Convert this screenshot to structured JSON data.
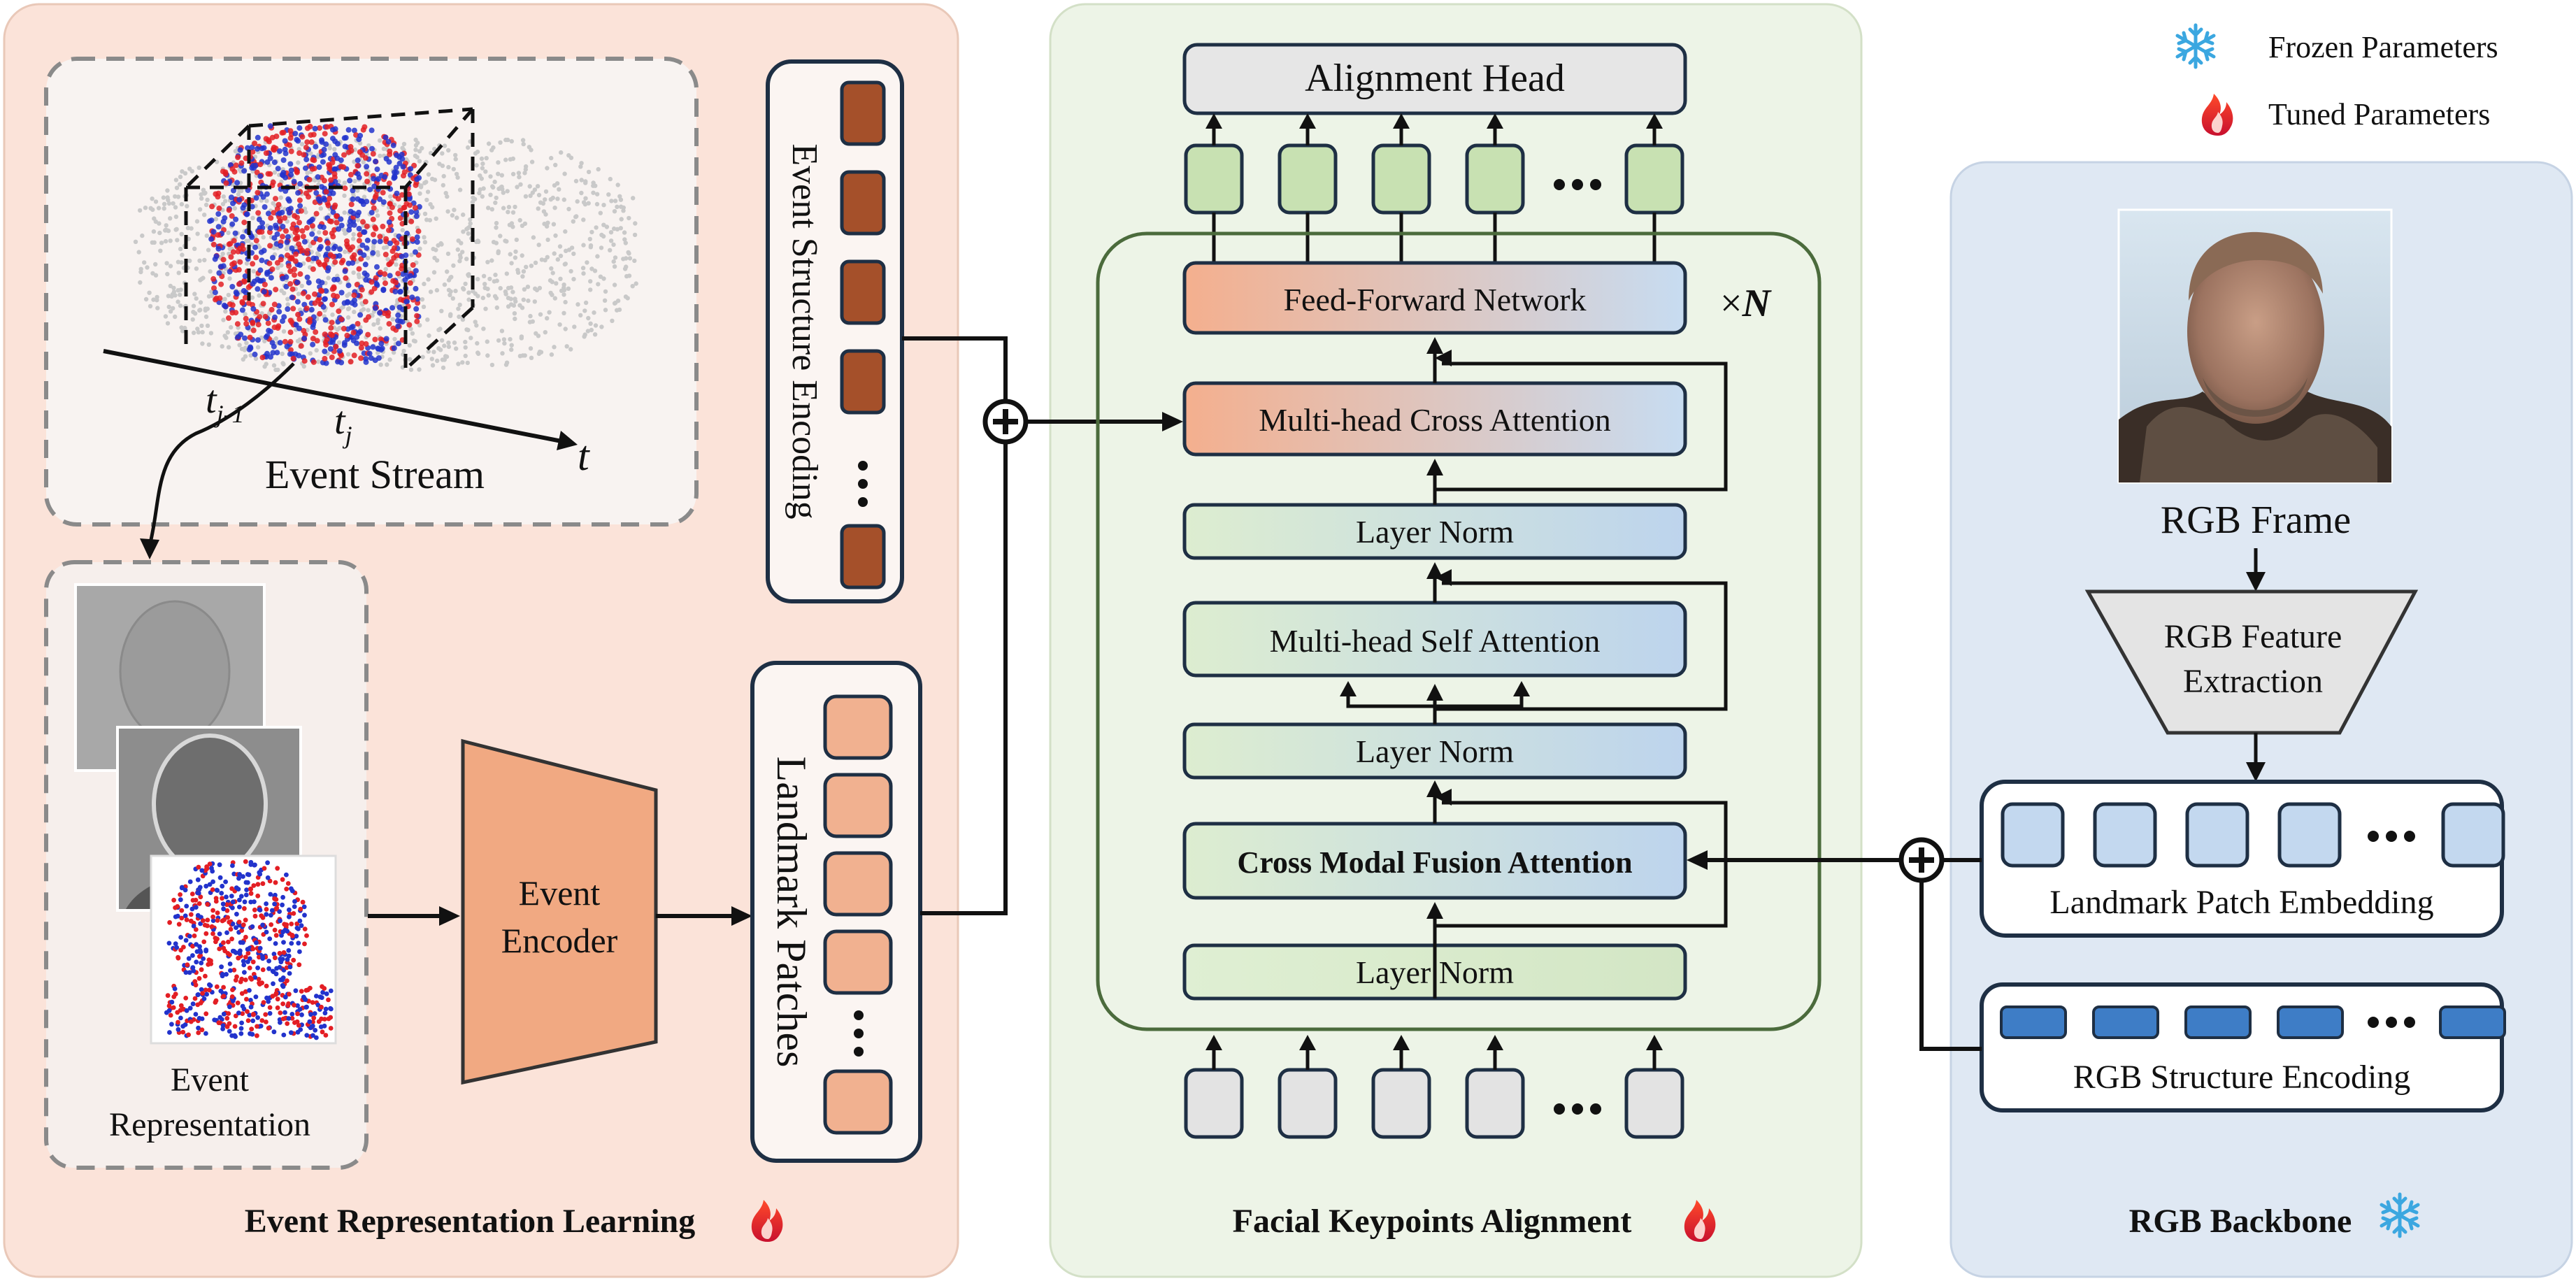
{
  "legend": {
    "frozen": "Frozen Parameters",
    "tuned": "Tuned Parameters"
  },
  "panels": {
    "event": {
      "title": "Event Representation Learning"
    },
    "align": {
      "title": "Facial Keypoints Alignment"
    },
    "rgb": {
      "title": "RGB Backbone"
    }
  },
  "event_stream": {
    "label": "Event Stream",
    "t_prev": "t",
    "t_prev_sub": "j-1",
    "t_cur": "t",
    "t_cur_sub": "j",
    "t_axis": "t"
  },
  "event_representation": {
    "line1": "Event",
    "line2": "Representation"
  },
  "event_encoder": {
    "line1": "Event",
    "line2": "Encoder"
  },
  "event_structure_encoding": {
    "label": "Event Structure Encoding"
  },
  "landmark_patches": {
    "label": "Landmark Patches"
  },
  "alignment": {
    "head": "Alignment Head",
    "ffn": "Feed-Forward Network",
    "repeat_prefix": "×",
    "repeat_var": "N",
    "cross_attention": "Multi-head Cross Attention",
    "layer_norm_1": "Layer Norm",
    "self_attention": "Multi-head Self Attention",
    "layer_norm_2": "Layer Norm",
    "cmfa": "Cross Modal Fusion Attention",
    "layer_norm_3": "Layer Norm"
  },
  "ellipsis": "• • •",
  "rgb": {
    "frame": "RGB Frame",
    "feature_line1": "RGB Feature",
    "feature_line2": "Extraction",
    "patch_embedding": "Landmark Patch Embedding",
    "structure_encoding": "RGB Structure Encoding"
  },
  "colors": {
    "event_panel": "#FBE3D9",
    "align_panel": "#EDF4E7",
    "rgb_panel": "#DFE8F3",
    "event_token": "#A5502A",
    "landmark_patch": "#F1B190",
    "output_token": "#C8E1B2",
    "input_token": "#E3E3E3",
    "rgb_patch": "#C3D8EF",
    "rgb_structure": "#3E7DC6",
    "event_red": "#E31E24",
    "event_blue": "#2233CC"
  }
}
